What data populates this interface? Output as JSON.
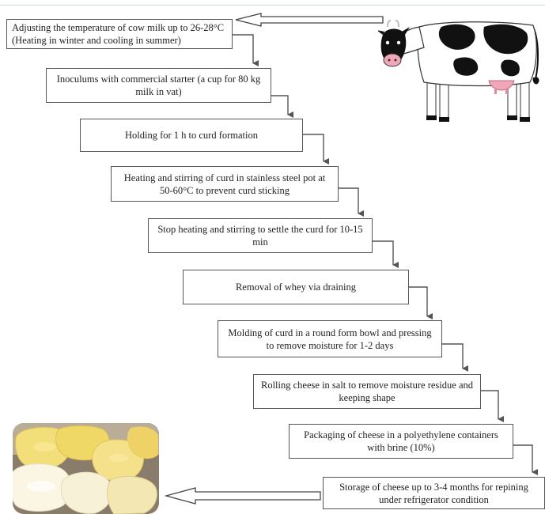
{
  "flowchart": {
    "steps": [
      "Adjusting the temperature of cow milk up to 26-28°C (Heating in winter and cooling in summer)",
      "Inoculums with commercial starter (a cup for 80 kg milk  in vat)",
      "Holding for 1 h to curd formation",
      "Heating and stirring of curd in stainless steel pot at 50-60°C to prevent curd sticking",
      "Stop heating and stirring to settle the curd for 10-15 min",
      "Removal of whey via draining",
      "Molding of curd in a round form bowl and pressing to remove moisture for 1-2 days",
      "Rolling cheese in salt to remove moisture residue and keeping shape",
      "Packaging of cheese in a polyethylene containers with brine (10%)",
      "Storage of cheese up to 3-4 months for repining under refrigerator condition"
    ]
  },
  "images": {
    "cow": "holstein-cow-illustration",
    "cheese": "cheese-blocks-photo"
  },
  "colors": {
    "box_border": "#555555",
    "arrow": "#555555",
    "cow_black": "#111111",
    "udder_pink": "#f2a7b8",
    "cheese_yellow": "#f3df7a"
  }
}
